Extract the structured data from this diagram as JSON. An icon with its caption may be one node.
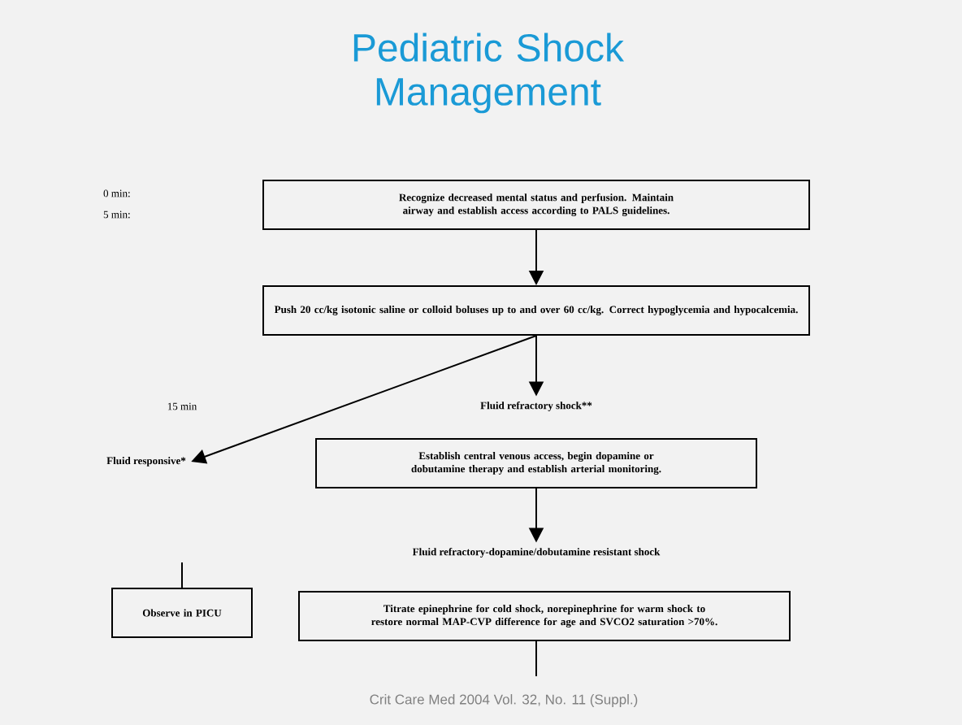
{
  "diagram": {
    "title": "Pediatric Shock Management",
    "nodes": [
      {
        "text": [
          "Recognize decreased mental status and perfusion. Maintain airway and establish access according to PALS guidelines."
        ],
        "beside": [
          "0 min:",
          "5 min:"
        ]
      },
      {
        "text": [
          "Push 20 cc/kg isotonic saline or colloid boluses up to and over 60 cc/kg. Correct hypoglycemia and hypocalcemia."
        ]
      },
      {
        "text": [
          "Fluid refractory shock**"
        ]
      },
      {
        "text": [
          "Establish central venous access, begin dopamine or dobutamine therapy and establish arterial monitoring."
        ]
      },
      {
        "text": [
          "Fluid refractory-dopamine/dobutamine resistant shock"
        ]
      },
      {
        "text": [
          "Fluid responsive*"
        ]
      },
      {
        "text": [
          "Observe in PICU"
        ]
      },
      {
        "text": [
          "Titrate epinephrine for cold shock, norepinephrine for warm shock to restore normal MAP-CVP difference for age and SVCO2 saturation >70%."
        ]
      }
    ],
    "edges": [
      {
        "from": 0,
        "to": 1,
        "arrow": "to"
      },
      {
        "from": 1,
        "to": 2,
        "arrow": "to"
      },
      {
        "from": 1,
        "to": 5,
        "arrow": "to"
      },
      {
        "from": 3,
        "to": 4,
        "arrow": "to"
      },
      {
        "from": null,
        "to": 6,
        "arrow": "none"
      },
      {
        "from": 7,
        "to": null,
        "arrow": "none"
      }
    ],
    "labels": [
      "15 min"
    ],
    "caption": "Crit Care Med 2004 Vol. 32, No. 11 (Suppl.)"
  }
}
